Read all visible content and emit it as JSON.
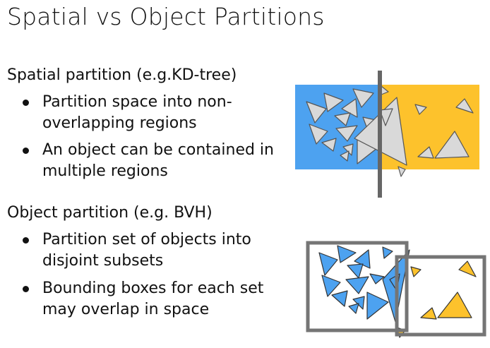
{
  "title": "Spatial vs Object Partitions",
  "sections": [
    {
      "heading": "Spatial partition (e.g.KD-tree)",
      "bullets": [
        "Partition space into non-overlapping regions",
        "An object can be contained in multiple regions"
      ]
    },
    {
      "heading": "Object partition (e.g. BVH)",
      "bullets": [
        "Partition set of objects into disjoint subsets",
        "Bounding boxes for each set may overlap in space"
      ]
    }
  ],
  "colors": {
    "blue": "#4da2f0",
    "yellow": "#fdc22c",
    "triangle_gray": "#d9d9d9",
    "divider": "#666666",
    "bbox": "#757575"
  }
}
